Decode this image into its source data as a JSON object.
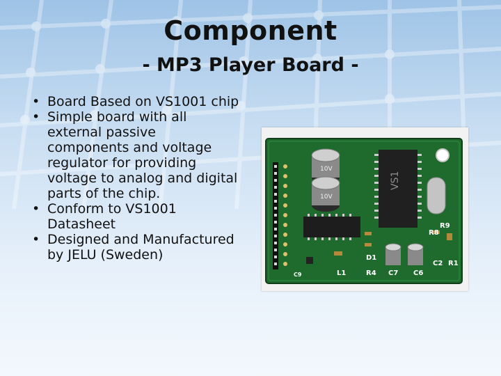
{
  "slide": {
    "title": "Component",
    "subtitle": "- MP3 Player Board -",
    "bullets": [
      "Board Based on VS1001 chip",
      "Simple board with all external passive components and voltage regulator for providing voltage to analog and digital parts of the chip.",
      "Conform to VS1001 Datasheet",
      "Designed and Manufactured by JELU (Sweden)"
    ]
  },
  "photo": {
    "board_labels": {
      "d1": "D1",
      "r4": "R4",
      "c7": "C7",
      "c6": "C6",
      "c2": "C2",
      "r1": "R1",
      "l1": "L1",
      "r8": "R8",
      "r9": "R9",
      "c9": "C9",
      "chip": "VS1",
      "cap1": "10V",
      "cap2": "10V"
    },
    "colors": {
      "pcb": "#1f6b2e",
      "pcb_edge": "#0f3d18"
    }
  }
}
